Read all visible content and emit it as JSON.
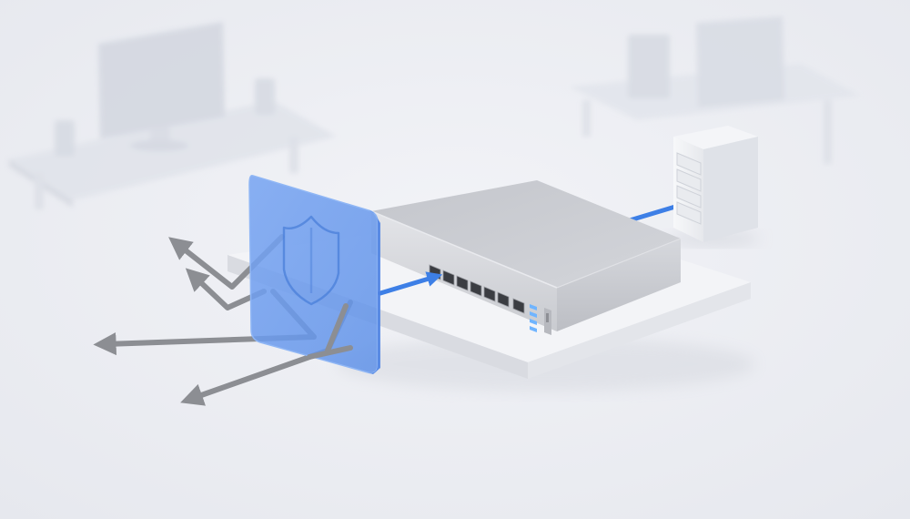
{
  "scene": {
    "background_color": "#eef0f4",
    "accent_color": "#3d7fe6",
    "firewall_color": "#6a9bf0",
    "arrow_color": "#8c8e93",
    "switch_color": "#c8cacf",
    "icons": [
      "shield-icon"
    ],
    "switch": {
      "rj45_ports": 7,
      "sfp_ports": 1,
      "status_leds": 4
    }
  }
}
